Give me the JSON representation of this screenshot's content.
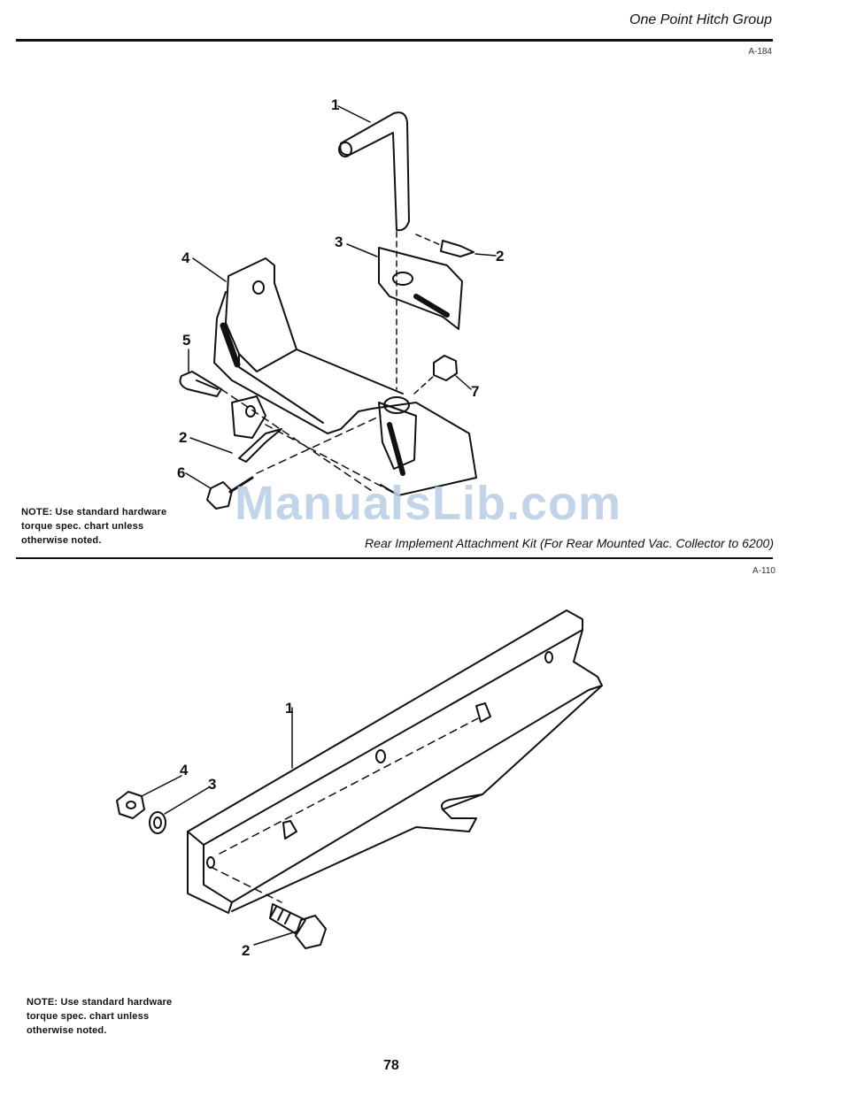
{
  "header": {
    "title": "One Point Hitch Group"
  },
  "figure1": {
    "ref": "A-184",
    "callouts": [
      "1",
      "2",
      "3",
      "4",
      "5",
      "7",
      "2",
      "6"
    ],
    "note": [
      "NOTE: Use standard hardware",
      "torque spec. chart unless",
      "otherwise noted."
    ],
    "caption": "Rear Implement Attachment Kit (For Rear Mounted Vac. Collector to 6200)"
  },
  "figure2": {
    "ref": "A-110",
    "callouts": [
      "1",
      "4",
      "3",
      "2"
    ],
    "note": [
      "NOTE: Use standard hardware",
      "torque spec. chart unless",
      "otherwise noted."
    ]
  },
  "watermark": "ManualsLib.com",
  "page_number": "78"
}
